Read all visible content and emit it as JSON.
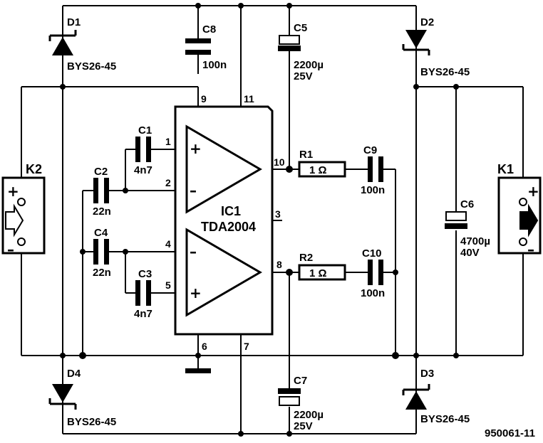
{
  "drawing_code": "950061-11",
  "ic": {
    "ref": "IC1",
    "part": "TDA2004",
    "pins": [
      "1",
      "2",
      "3",
      "4",
      "5",
      "6",
      "7",
      "8",
      "9",
      "10",
      "11"
    ]
  },
  "diodes": [
    {
      "ref": "D1",
      "part": "BYS26-45"
    },
    {
      "ref": "D2",
      "part": "BYS26-45"
    },
    {
      "ref": "D3",
      "part": "BYS26-45"
    },
    {
      "ref": "D4",
      "part": "BYS26-45"
    }
  ],
  "capacitors": [
    {
      "ref": "C1",
      "value": "4n7"
    },
    {
      "ref": "C2",
      "value": "22n"
    },
    {
      "ref": "C3",
      "value": "4n7"
    },
    {
      "ref": "C4",
      "value": "22n"
    },
    {
      "ref": "C5",
      "value": "2200µ",
      "voltage": "25V"
    },
    {
      "ref": "C6",
      "value": "4700µ",
      "voltage": "40V"
    },
    {
      "ref": "C7",
      "value": "2200µ",
      "voltage": "25V"
    },
    {
      "ref": "C8",
      "value": "100n"
    },
    {
      "ref": "C9",
      "value": "100n"
    },
    {
      "ref": "C10",
      "value": "100n"
    }
  ],
  "resistors": [
    {
      "ref": "R1",
      "value": "1 Ω"
    },
    {
      "ref": "R2",
      "value": "1 Ω"
    }
  ],
  "connectors": [
    {
      "ref": "K1",
      "plus": "+",
      "minus": "–"
    },
    {
      "ref": "K2",
      "plus": "+",
      "minus": "–"
    }
  ],
  "opamp_signs": {
    "plus": "+",
    "minus": "–"
  }
}
